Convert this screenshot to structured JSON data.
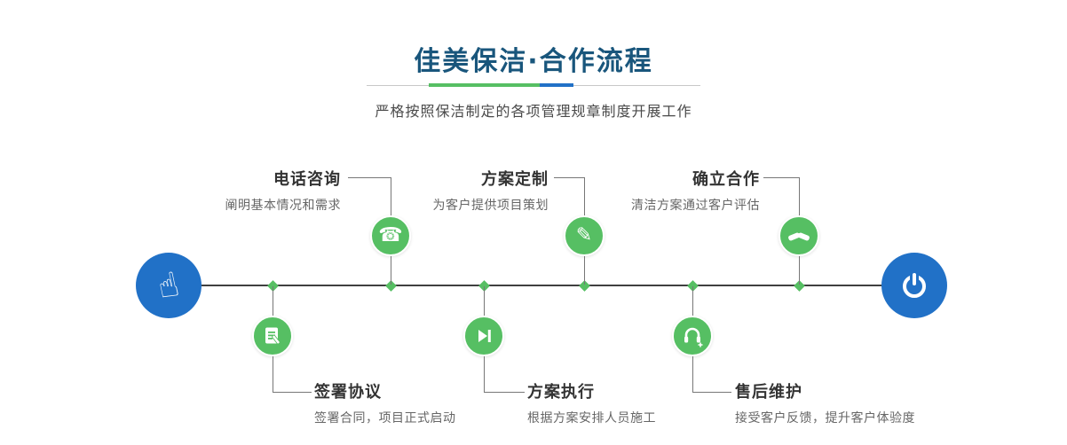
{
  "header": {
    "title": "佳美保洁·合作流程",
    "subtitle": "严格按照保洁制定的各项管理规章制度开展工作"
  },
  "icons": {
    "hand_glyph": "☝",
    "phone_glyph": "☎",
    "pencil_glyph": "✎"
  },
  "steps_top": [
    {
      "title": "电话咨询",
      "desc": "阐明基本情况和需求",
      "icon": "phone-icon"
    },
    {
      "title": "方案定制",
      "desc": "为客户提供项目策划",
      "icon": "pencil-ruler-icon"
    },
    {
      "title": "确立合作",
      "desc": "清洁方案通过客户评估",
      "icon": "handshake-icon"
    }
  ],
  "steps_bottom": [
    {
      "title": "签署协议",
      "desc": "签署合同，项目正式启动",
      "icon": "document-icon"
    },
    {
      "title": "方案执行",
      "desc": "根据方案安排人员施工",
      "icon": "play-icon"
    },
    {
      "title": "售后维护",
      "desc": "接受客户反馈，提升客户体验度",
      "icon": "headset-icon"
    }
  ],
  "colors": {
    "accent_green": "#56bf63",
    "accent_blue": "#2171c7",
    "title_blue": "#19567c"
  }
}
